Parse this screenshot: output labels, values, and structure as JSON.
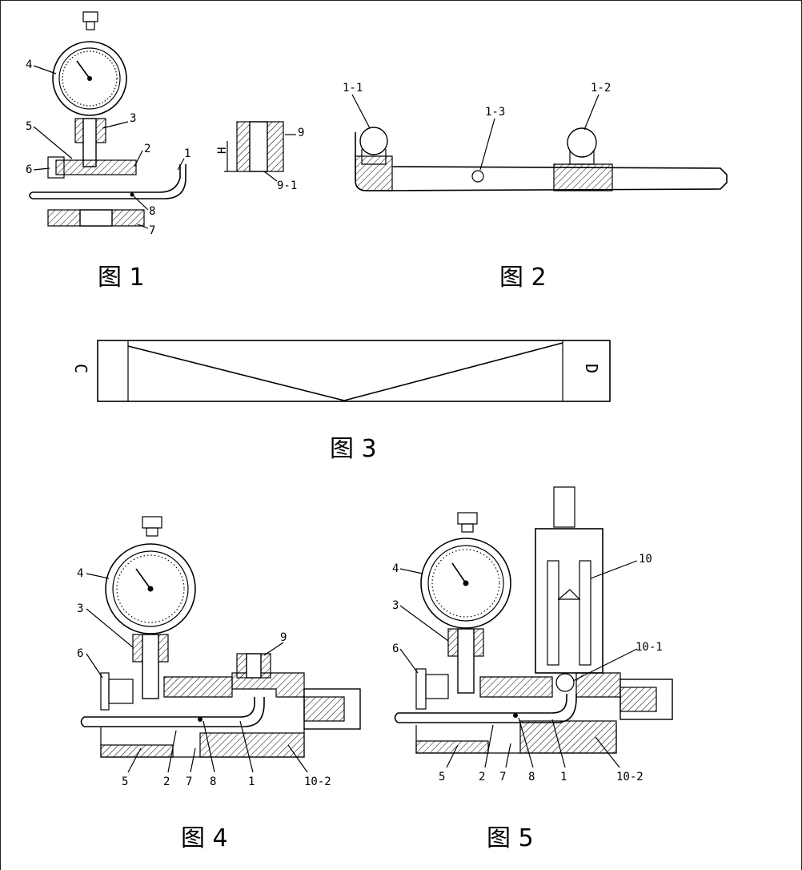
{
  "figures": [
    {
      "caption": "图 1",
      "labels": [
        "4",
        "5",
        "6",
        "3",
        "2",
        "1",
        "8",
        "7"
      ]
    },
    {
      "caption": "图 2",
      "labels": [
        "1-1",
        "1-3",
        "1-2"
      ]
    },
    {
      "caption": "图 3",
      "labels": [
        "C",
        "D"
      ]
    },
    {
      "caption": "图 4",
      "labels": [
        "4",
        "3",
        "6",
        "9",
        "5",
        "2",
        "7",
        "8",
        "1",
        "10-2"
      ]
    },
    {
      "caption": "图 5",
      "labels": [
        "4",
        "3",
        "6",
        "10",
        "10-1",
        "5",
        "2",
        "7",
        "8",
        "1",
        "10-2"
      ]
    }
  ],
  "part9_detail": {
    "labels": [
      "9",
      "9-1",
      "H"
    ]
  }
}
